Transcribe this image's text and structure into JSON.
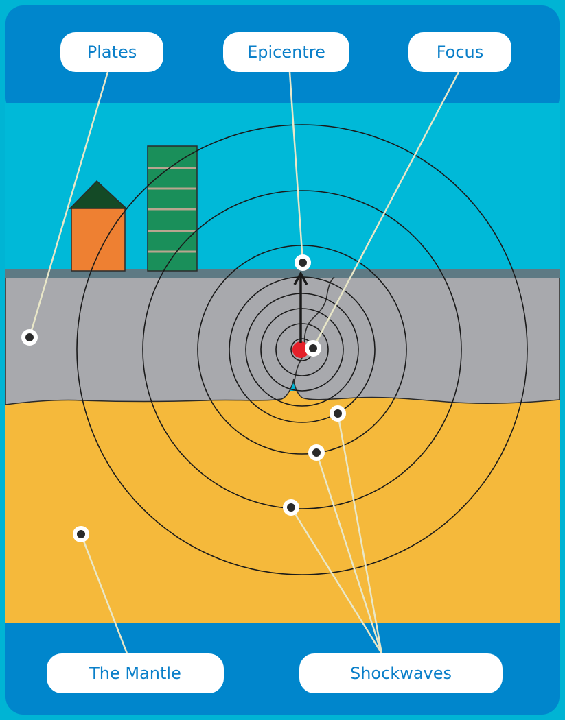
{
  "labels": {
    "plates": "Plates",
    "epicentre": "Epicentre",
    "focus": "Focus",
    "mantle": "The Mantle",
    "shockwaves": "Shockwaves"
  },
  "colors": {
    "frame": "#00b4d4",
    "banner": "#0086cc",
    "sky": "#00b9d8",
    "plate": "#a8a9ad",
    "plate_edge": "#5e7a84",
    "mantle": "#f5b93b",
    "house_wall": "#ee8032",
    "house_roof": "#144a26",
    "tower": "#1a8f5a",
    "tower_stripes": "#b9a58f",
    "focus_dot": "#e4202a",
    "label_text": "#0a7fc9",
    "pointer_line": "#e9e7c8"
  }
}
